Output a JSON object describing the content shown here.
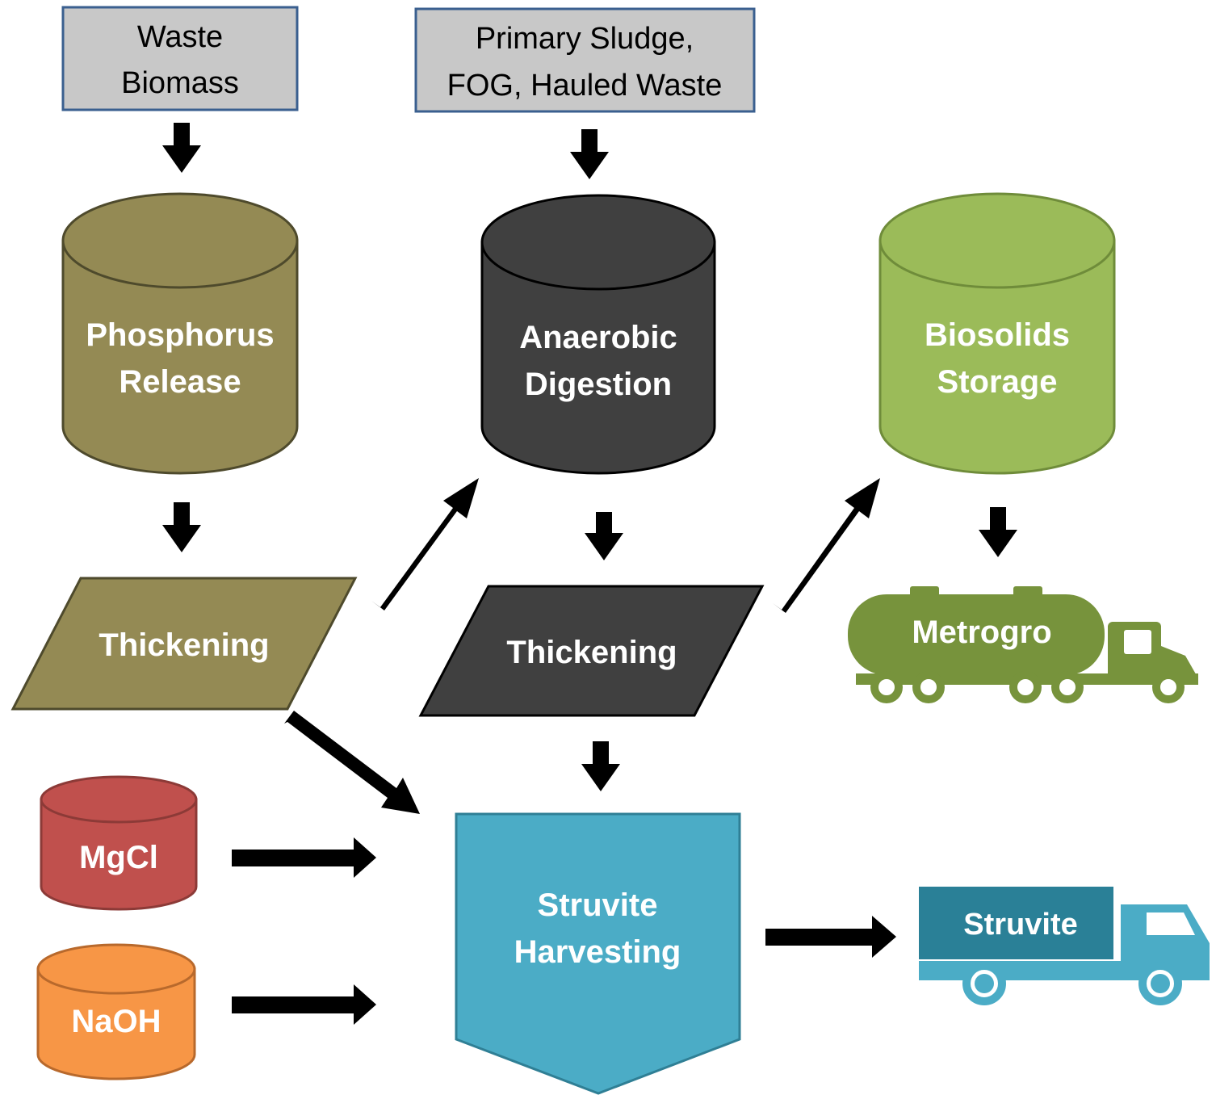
{
  "sources": {
    "waste_biomass": [
      "Waste",
      "Biomass"
    ],
    "primary_sludge": [
      "Primary Sludge,",
      "FOG, Hauled Waste"
    ]
  },
  "tanks": {
    "phosphorus_release": [
      "Phosphorus",
      "Release"
    ],
    "anaerobic_digestion": [
      "Anaerobic",
      "Digestion"
    ],
    "biosolids_storage": [
      "Biosolids",
      "Storage"
    ]
  },
  "thickening": {
    "left": "Thickening",
    "middle": "Thickening"
  },
  "chemicals": {
    "mgcl": "MgCl",
    "naoh": "NaOH"
  },
  "harvesting": [
    "Struvite",
    "Harvesting"
  ],
  "trucks": {
    "metrogro": "Metrogro",
    "struvite": "Struvite"
  },
  "colors": {
    "source_fill": "#c8c8c8",
    "source_border": "#3a5f8f",
    "olive": "#948a54",
    "olive_border": "#4e4a2c",
    "dark": "#404040",
    "green": "#9bbb59",
    "green_border": "#6f8c3a",
    "red": "#c0504d",
    "red_border": "#8c3a37",
    "orange": "#f79646",
    "orange_border": "#b8692c",
    "teal": "#4bacc6",
    "teal_border": "#2f7f95",
    "teal_dark": "#2a8097",
    "truck_green": "#77933c"
  }
}
